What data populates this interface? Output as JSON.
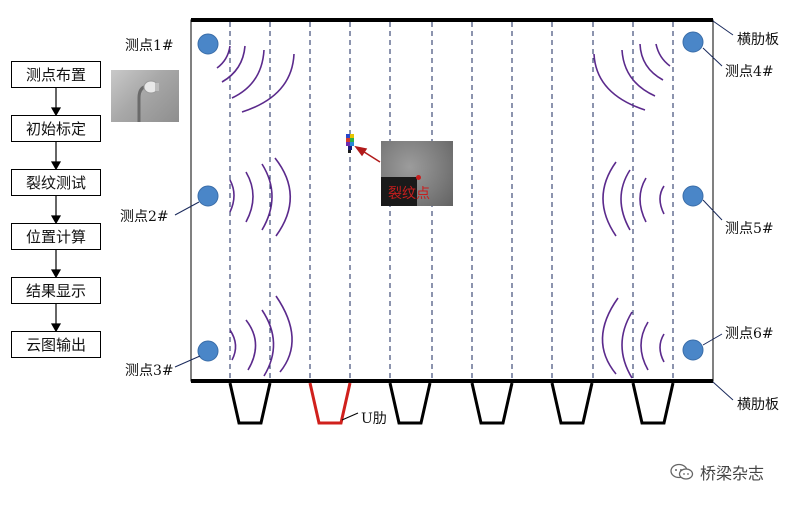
{
  "flow_steps": [
    "测点布置",
    "初始标定",
    "裂纹测试",
    "位置计算",
    "结果显示",
    "云图输出"
  ],
  "points": {
    "p1": "测点1#",
    "p2": "测点2#",
    "p3": "测点3#",
    "p4": "测点4#",
    "p5": "测点5#",
    "p6": "测点6#"
  },
  "labels": {
    "crossbeam_top": "横肋板",
    "crossbeam_bottom": "横肋板",
    "u_rib": "U肋",
    "crack_point": "裂纹点"
  },
  "watermark": "桥梁杂志",
  "colors": {
    "sensor": "#4a86c8",
    "wave": "#5b2a8c",
    "u_rib_highlight": "#d0201c",
    "crack_arrow": "#b11a1a"
  }
}
